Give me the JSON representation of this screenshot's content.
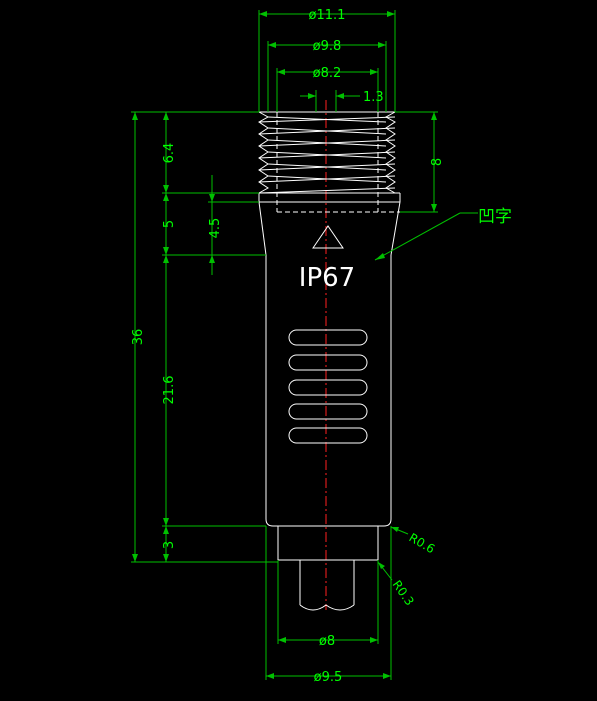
{
  "dimensions": {
    "d11_1": "ø11.1",
    "d9_8": "ø9.8",
    "d8_2": "ø8.2",
    "pitch": "1.3",
    "h6_4": "6.4",
    "h5": "5",
    "h4_5": "4.5",
    "h8": "8",
    "h36": "36",
    "h21_6": "21.6",
    "h3": "3",
    "d8": "ø8",
    "d9_5": "ø9.5",
    "r0_6": "R0.6",
    "r0_3": "R0.3"
  },
  "annotations": {
    "emboss_note": "凹字",
    "ip_marking": "IP67",
    "warning_symbol": "triangle-warning-icon"
  },
  "colors": {
    "background": "#000000",
    "dimension": "#00ff00",
    "outline": "#ffffff",
    "centerline": "#ff2020"
  }
}
